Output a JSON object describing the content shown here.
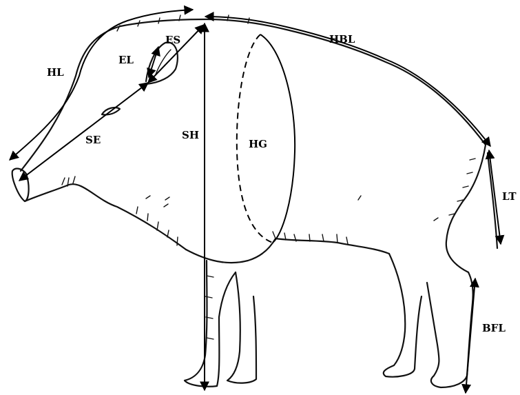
{
  "labels": {
    "hl": "HL",
    "el": "EL",
    "es": "ES",
    "hbl": "HBL",
    "se": "SE",
    "sh": "SH",
    "hg": "HG",
    "lt": "LT",
    "bfl": "BFL"
  }
}
